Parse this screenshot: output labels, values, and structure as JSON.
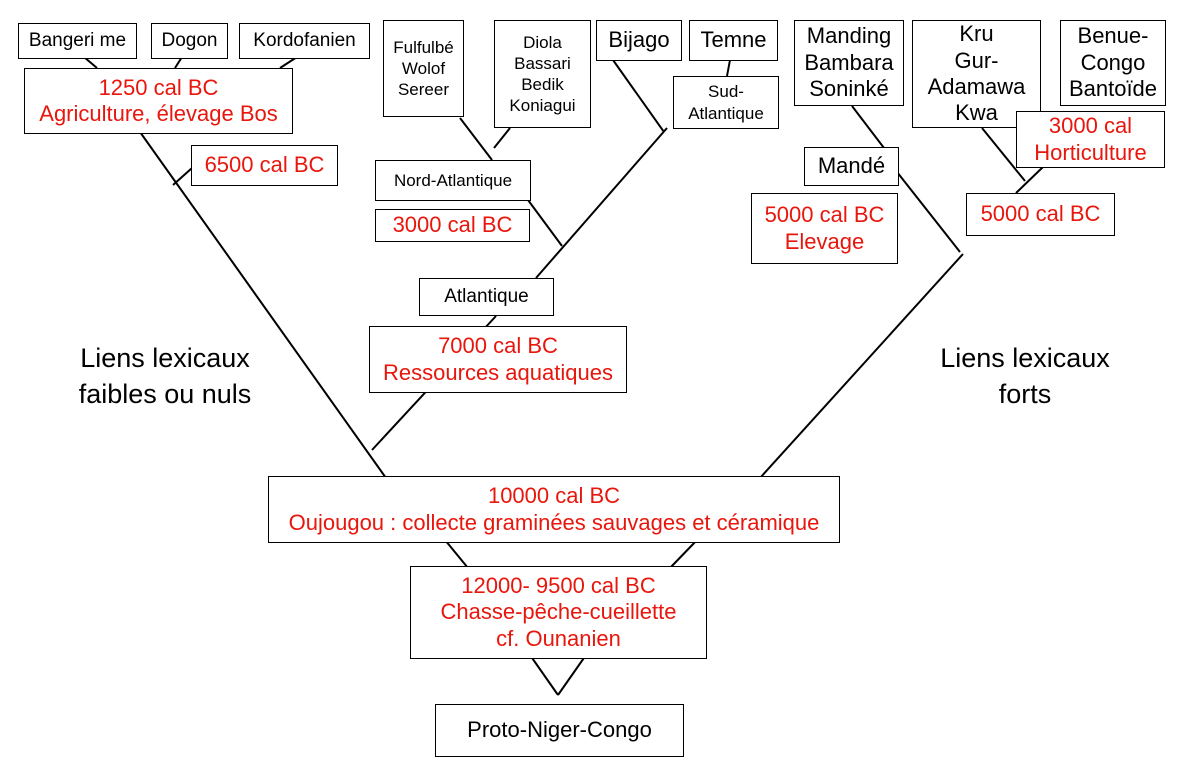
{
  "nodes": {
    "bangeri": "Bangeri me",
    "dogon": "Dogon",
    "kordofanien": "Kordofanien",
    "fulfulbe": "Fulfulbé\nWolof\nSereer",
    "diola": "Diola\nBassari\nBedik\nKoniagui",
    "bijago": "Bijago",
    "temne": "Temne",
    "sud_atlantique": "Sud-\nAtlantique",
    "nord_atlantique": "Nord-Atlantique",
    "atlantique": "Atlantique",
    "manding": "Manding\nBambara\nSoninké",
    "kru": "Kru\nGur-\nAdamawa\nKwa",
    "benue": "Benue-\nCongo\nBantoïde",
    "mande": "Mandé",
    "proto": "Proto-Niger-Congo"
  },
  "dates": {
    "d1250": "1250 cal BC\nAgriculture, élevage Bos",
    "d6500": "6500 cal BC",
    "d3000_na": "3000 cal BC",
    "d7000": "7000 cal BC\nRessources aquatiques",
    "d5000_elev": "5000 cal BC\nElevage",
    "d5000": "5000 cal BC",
    "d3000_hort": "3000 cal\nHorticulture",
    "d10000": "10000 cal BC\nOujougou : collecte graminées sauvages et céramique",
    "d12000": "12000- 9500 cal BC\nChasse-pêche-cueillette\ncf. Ounanien"
  },
  "labels": {
    "left": "Liens lexicaux\nfaibles ou  nuls",
    "right": "Liens lexicaux\nforts"
  },
  "colors": {
    "date_text": "#e8160c",
    "node_text": "#000000",
    "line": "#000000"
  }
}
